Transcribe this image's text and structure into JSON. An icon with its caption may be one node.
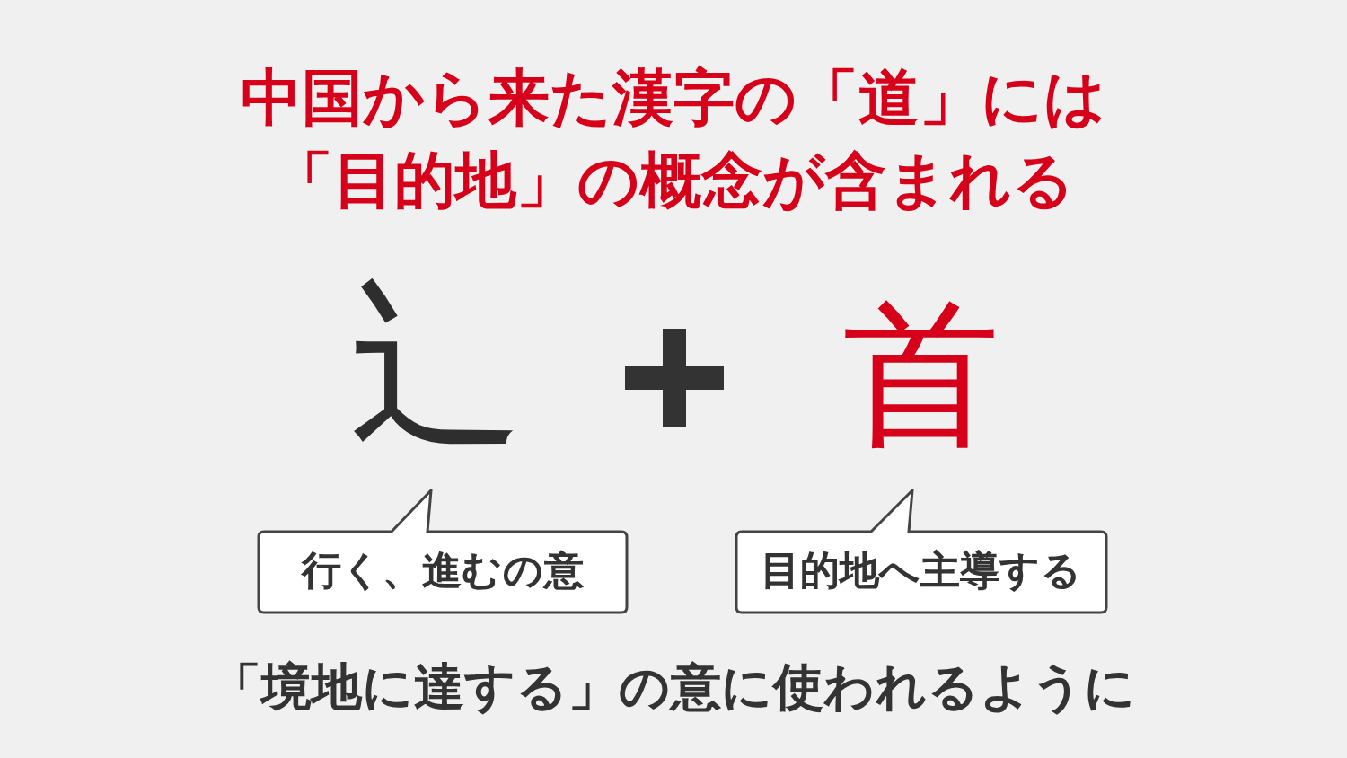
{
  "diagram": {
    "title": "中国から来た漢字の「道」には「目的地」の概念が含まれる",
    "nodes": [
      {
        "text": [
          "辶"
        ]
      },
      {
        "text": [
          "首"
        ]
      },
      {
        "text": [
          "行く、進むの意"
        ]
      },
      {
        "text": [
          "目的地へ主導する"
        ]
      }
    ],
    "caption": "「境地に達する」の意に使われるように"
  }
}
